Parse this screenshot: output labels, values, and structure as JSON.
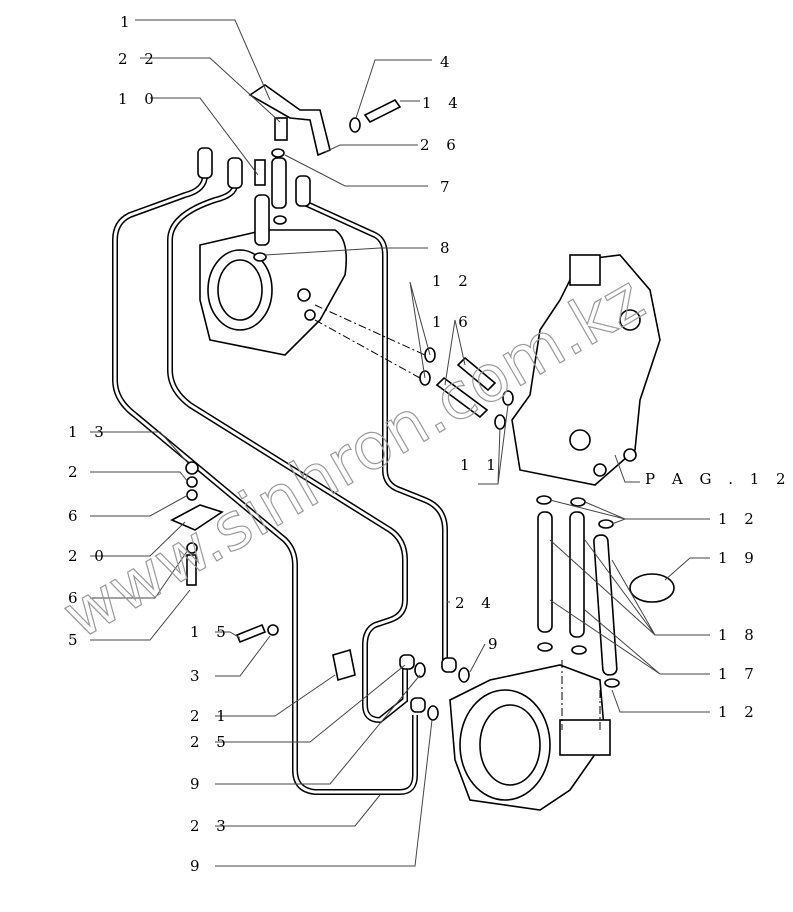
{
  "watermark": "www.sinhron.com.kz",
  "callouts": [
    {
      "id": "c1",
      "text": "1"
    },
    {
      "id": "c22",
      "text": "2 2"
    },
    {
      "id": "c10",
      "text": "1 0"
    },
    {
      "id": "c4",
      "text": "4"
    },
    {
      "id": "c14",
      "text": "1 4"
    },
    {
      "id": "c26",
      "text": "2 6"
    },
    {
      "id": "c7",
      "text": "7"
    },
    {
      "id": "c8",
      "text": "8"
    },
    {
      "id": "c12a",
      "text": "1 2"
    },
    {
      "id": "c16",
      "text": "1 6"
    },
    {
      "id": "c11",
      "text": "1 1"
    },
    {
      "id": "pag",
      "text": "P A G . 1 2"
    },
    {
      "id": "c13",
      "text": "1 3"
    },
    {
      "id": "c2",
      "text": "2"
    },
    {
      "id": "c6a",
      "text": "6"
    },
    {
      "id": "c20",
      "text": "2 0"
    },
    {
      "id": "c6b",
      "text": "6"
    },
    {
      "id": "c5",
      "text": "5"
    },
    {
      "id": "c15",
      "text": "1 5"
    },
    {
      "id": "c3",
      "text": "3"
    },
    {
      "id": "c21",
      "text": "2 1"
    },
    {
      "id": "c25",
      "text": "2 5"
    },
    {
      "id": "c9a",
      "text": "9"
    },
    {
      "id": "c23",
      "text": "2 3"
    },
    {
      "id": "c9b",
      "text": "9"
    },
    {
      "id": "c24",
      "text": "2 4"
    },
    {
      "id": "c9c",
      "text": "9"
    },
    {
      "id": "c12b",
      "text": "1 2"
    },
    {
      "id": "c19",
      "text": "1 9"
    },
    {
      "id": "c18",
      "text": "1 8"
    },
    {
      "id": "c17",
      "text": "1 7"
    },
    {
      "id": "c12c",
      "text": "1 2"
    }
  ]
}
